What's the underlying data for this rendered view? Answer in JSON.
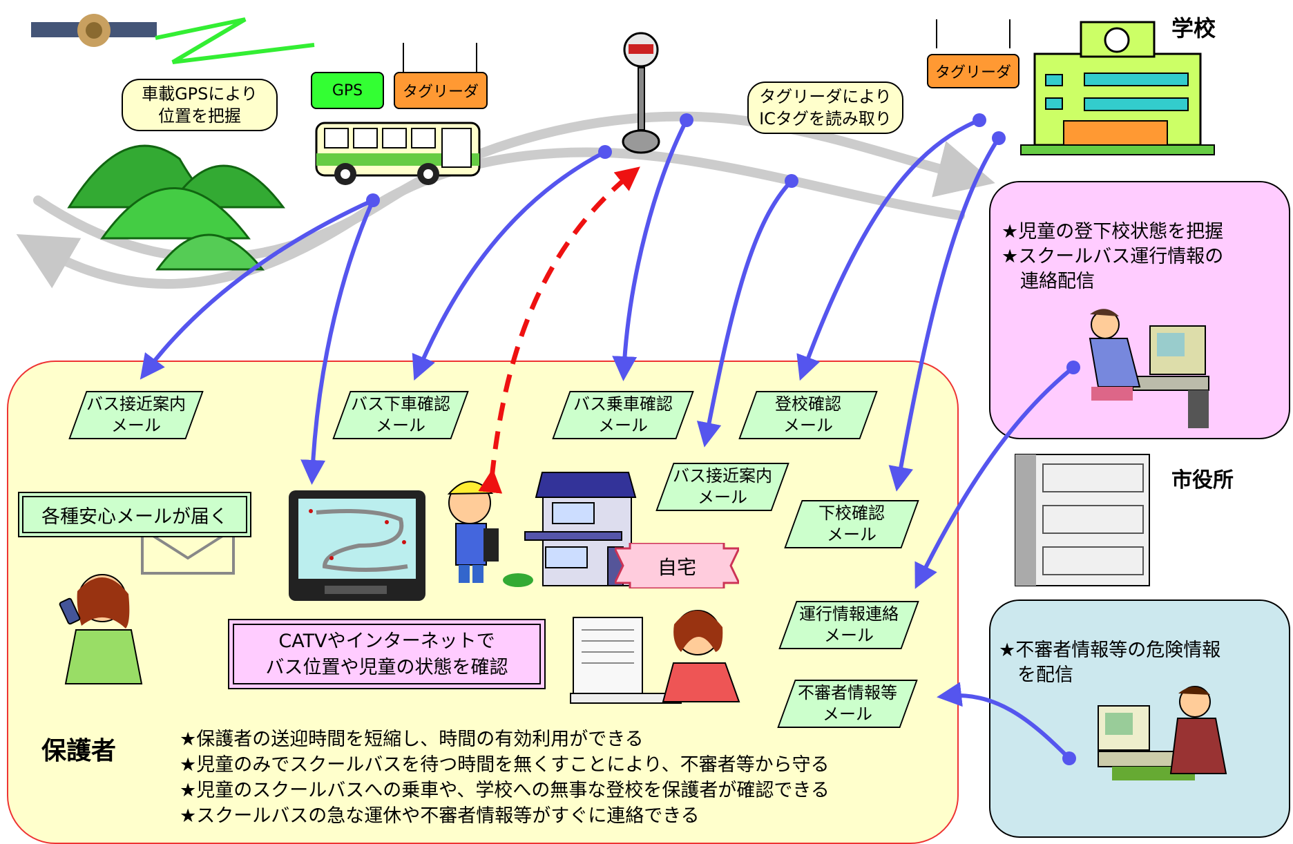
{
  "colors": {
    "parent_panel": "#ffffcc",
    "school_panel": "#ffccff",
    "cityhall_panel": "#cce8ee",
    "mail_box": "#ccffcc",
    "gps_box": "#33ff33",
    "tag_reader": "#ff9933",
    "flow_arrow": "#5555ee",
    "dashed_arrow": "#ee1111",
    "road": "#cccccc"
  },
  "top": {
    "gps_callout": "車載GPSにより\n位置を把握",
    "gps_box": "GPS",
    "bus_tag_reader": "タグリーダ",
    "stop_callout": "タグリーダにより\nICタグを読み取り",
    "school_tag_reader": "タグリーダ",
    "school_label": "学校"
  },
  "mails": [
    {
      "id": "bus-approach-1",
      "text": "バス接近案内\nメール"
    },
    {
      "id": "bus-getoff",
      "text": "バス下車確認\nメール"
    },
    {
      "id": "bus-boarding",
      "text": "バス乗車確認\nメール"
    },
    {
      "id": "arrival-school",
      "text": "登校確認\nメール"
    },
    {
      "id": "bus-approach-2",
      "text": "バス接近案内\nメール"
    },
    {
      "id": "leave-school",
      "text": "下校確認\nメール"
    },
    {
      "id": "operation-info",
      "text": "運行情報連絡\nメール"
    },
    {
      "id": "suspicious-info",
      "text": "不審者情報等\nメール"
    }
  ],
  "school_panel": {
    "lines": [
      "★児童の登下校状態を把握",
      "★スクールバス運行情報の",
      "　連絡配信"
    ]
  },
  "cityhall": {
    "label": "市役所",
    "lines": [
      "★不審者情報等の危険情報",
      "　を配信"
    ]
  },
  "parent_panel": {
    "mail_arrives": "各種安心メールが届く",
    "home_label": "自宅",
    "catv_line1": "CATVやインターネットで",
    "catv_line2": "バス位置や児童の状態を確認",
    "guardian_label": "保護者",
    "benefits": [
      "★保護者の送迎時間を短縮し、時間の有効利用ができる",
      "★児童のみでスクールバスを待つ時間を無くすことにより、不審者等から守る",
      "★児童のスクールバスへの乗車や、学校への無事な登校を保護者が確認できる",
      "★スクールバスの急な運休や不審者情報等がすぐに連絡できる"
    ]
  }
}
